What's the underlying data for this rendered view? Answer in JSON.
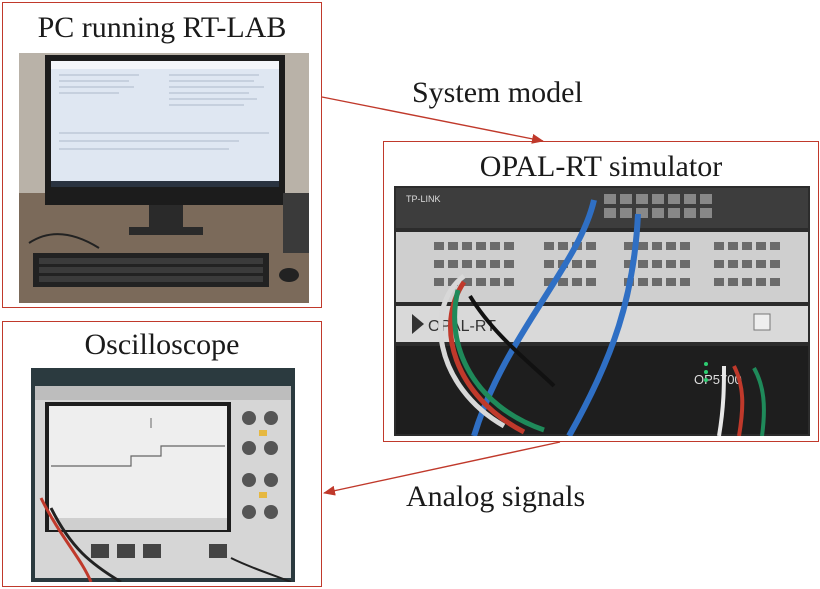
{
  "pc": {
    "title": "PC running RT-LAB"
  },
  "simulator": {
    "title": "OPAL-RT simulator",
    "switch_brand": "TP-LINK",
    "rack_brand": "OPAL-RT",
    "model_label": "OP5700"
  },
  "scope": {
    "title": "Oscilloscope"
  },
  "connections": {
    "system_model": "System model",
    "analog_signals": "Analog signals"
  },
  "colors": {
    "border": "#c0392b",
    "cable_blue": "#2f6fc4",
    "cable_red": "#c0392b",
    "cable_green": "#1f8a5a"
  }
}
